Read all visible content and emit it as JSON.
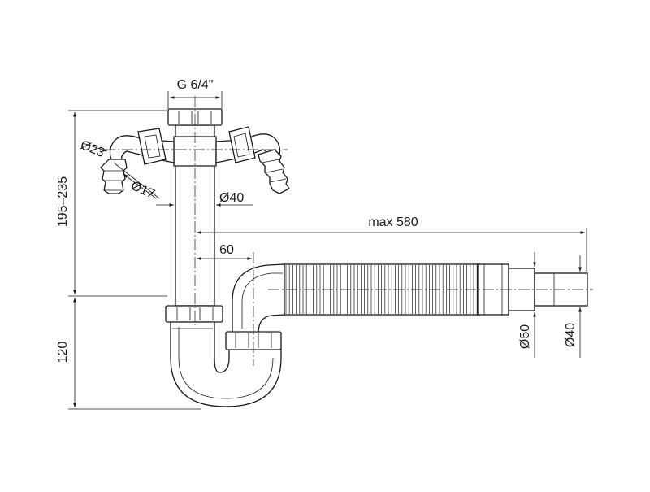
{
  "dimensions": {
    "thread": "G 6/4\"",
    "hose_outer": "Ø23",
    "hose_inner": "Ø17",
    "pipe": "Ø40",
    "offset": "60",
    "length": "max 580",
    "height_upper": "195–235",
    "height_lower": "120",
    "outlet_outer": "Ø50",
    "outlet_inner": "Ø40"
  }
}
